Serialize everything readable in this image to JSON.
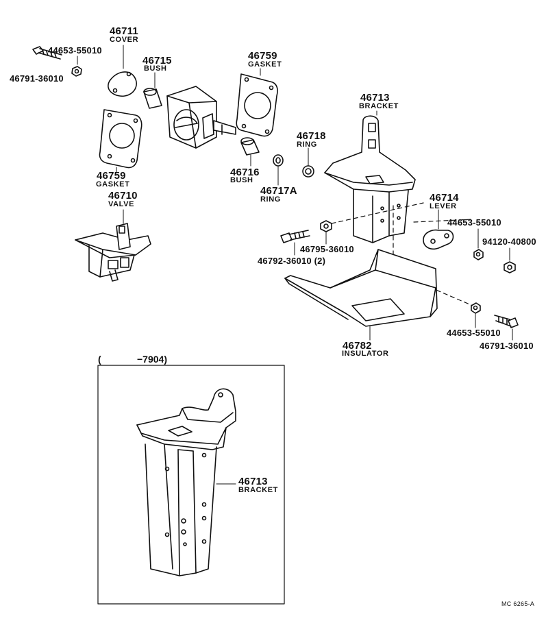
{
  "parts": [
    {
      "id": "p1",
      "number": "46711",
      "name": "COVER"
    },
    {
      "id": "p2",
      "number": "44653-55010",
      "name": ""
    },
    {
      "id": "p3",
      "number": "46791-36010",
      "name": ""
    },
    {
      "id": "p4",
      "number": "46715",
      "name": "BUSH"
    },
    {
      "id": "p5",
      "number": "46759",
      "name": "GASKET"
    },
    {
      "id": "p6",
      "number": "46759",
      "name": "GASKET"
    },
    {
      "id": "p7",
      "number": "46713",
      "name": "BRACKET"
    },
    {
      "id": "p8",
      "number": "46718",
      "name": "RING"
    },
    {
      "id": "p9",
      "number": "46716",
      "name": "BUSH"
    },
    {
      "id": "p10",
      "number": "46717A",
      "name": "RING"
    },
    {
      "id": "p11",
      "number": "46710",
      "name": "VALVE"
    },
    {
      "id": "p12",
      "number": "46714",
      "name": "LEVER"
    },
    {
      "id": "p13",
      "number": "44653-55010",
      "name": ""
    },
    {
      "id": "p14",
      "number": "94120-40800",
      "name": ""
    },
    {
      "id": "p15",
      "number": "46795-36010",
      "name": ""
    },
    {
      "id": "p16",
      "number": "46792-36010 (2)",
      "name": ""
    },
    {
      "id": "p17",
      "number": "46782",
      "name": "INSULATOR"
    },
    {
      "id": "p18",
      "number": "44653-55010",
      "name": ""
    },
    {
      "id": "p19",
      "number": "46791-36010",
      "name": ""
    },
    {
      "id": "p20",
      "number": "46713",
      "name": "BRACKET"
    }
  ],
  "inset": {
    "note_open": "(",
    "note_range": "−7904)"
  },
  "reference": "MC 6265-A"
}
